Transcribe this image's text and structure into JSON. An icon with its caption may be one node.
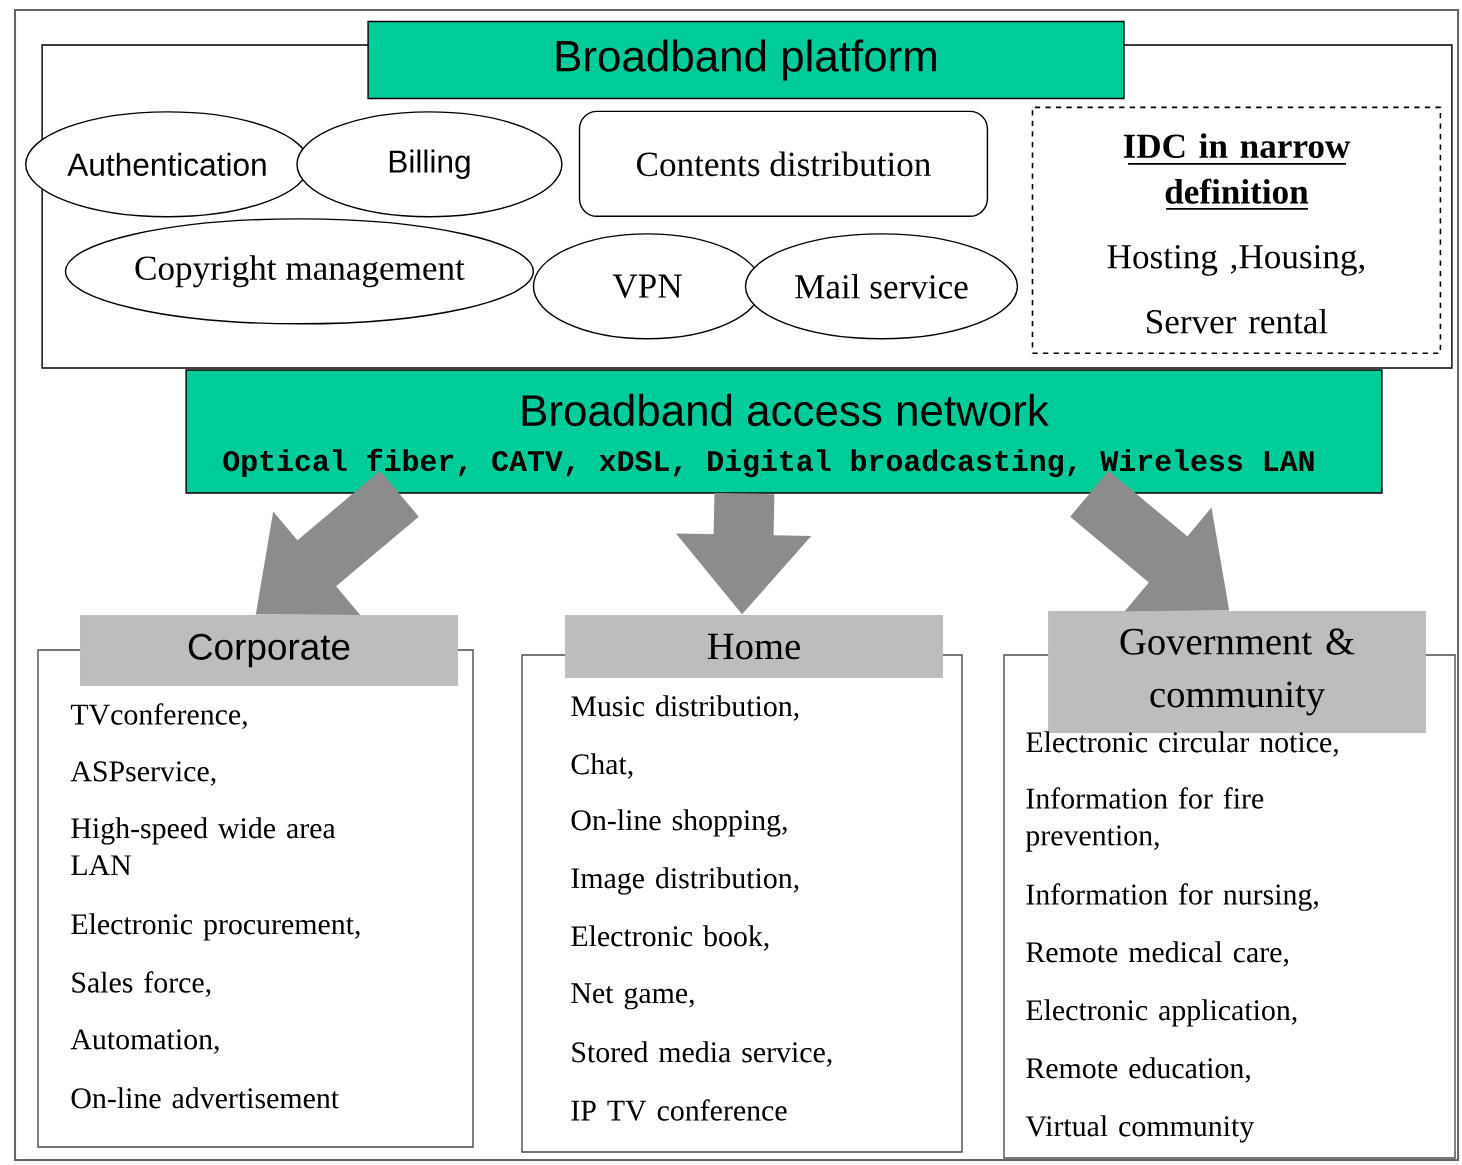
{
  "diagram": {
    "nodes": [
      {
        "text": [
          "Broadband platform"
        ]
      },
      {
        "text": [
          "Authentication"
        ],
        "in": 0
      },
      {
        "text": [
          "Billing"
        ],
        "in": 0
      },
      {
        "text": [
          "Contents distribution"
        ],
        "in": 0
      },
      {
        "text": [
          "IDC in narrow definition",
          "Hosting ,Housing, Server rental"
        ],
        "in": 0
      },
      {
        "text": [
          "Copyright management"
        ],
        "in": 0
      },
      {
        "text": [
          "VPN"
        ],
        "in": 0
      },
      {
        "text": [
          "Mail service"
        ],
        "in": 0
      },
      {
        "text": [
          "Broadband access network",
          "Optical fiber, CATV, xDSL, Digital broadcasting, Wireless LAN"
        ]
      },
      {
        "text": [
          "Corporate",
          "TVconference,",
          "ASPservice,",
          "High-speed wide area LAN",
          "Electronic procurement,",
          "Sales force,",
          "Automation,",
          "On-line advertisement"
        ]
      },
      {
        "text": [
          "Home",
          "Music distribution,",
          "Chat,",
          "On-line shopping,",
          "Image distribution,",
          "Electronic book,",
          "Net game,",
          "Stored media service,",
          "IP TV conference"
        ]
      },
      {
        "text": [
          "Government & community",
          "Electronic circular notice,",
          "Information for fire prevention,",
          "Information for nursing,",
          "Remote medical care,",
          "Electronic application,",
          "Remote education,",
          "Virtual community"
        ]
      }
    ],
    "edges": [
      {
        "from": 8,
        "to": 9,
        "arrow": "to"
      },
      {
        "from": 8,
        "to": 10,
        "arrow": "to"
      },
      {
        "from": 8,
        "to": 11,
        "arrow": "to"
      }
    ]
  }
}
